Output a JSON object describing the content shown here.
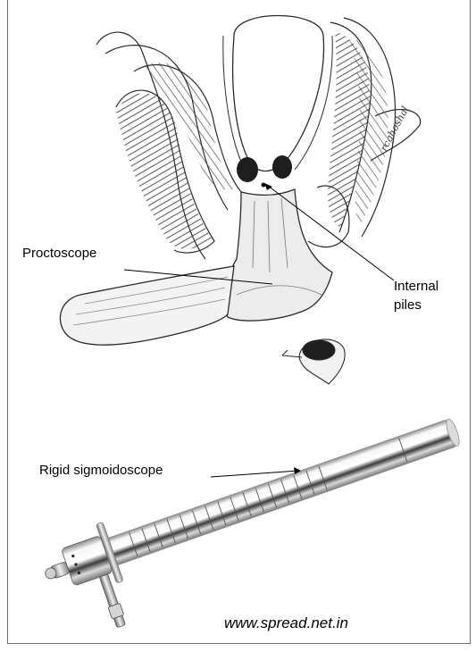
{
  "labels": {
    "proctoscope": "Proctoscope",
    "internal_piles_line1": "Internal",
    "internal_piles_line2": "piles",
    "rigid_sigmoidoscope": "Rigid sigmoidoscope"
  },
  "credit": "www.spread.net.in",
  "artist_signature": "rcghoshal",
  "colors": {
    "ink": "#2a2a2a",
    "hatch": "#555555",
    "steel_light": "#f2f2f2",
    "steel_mid": "#bdbdbd",
    "steel_dark": "#4a4a4a"
  }
}
